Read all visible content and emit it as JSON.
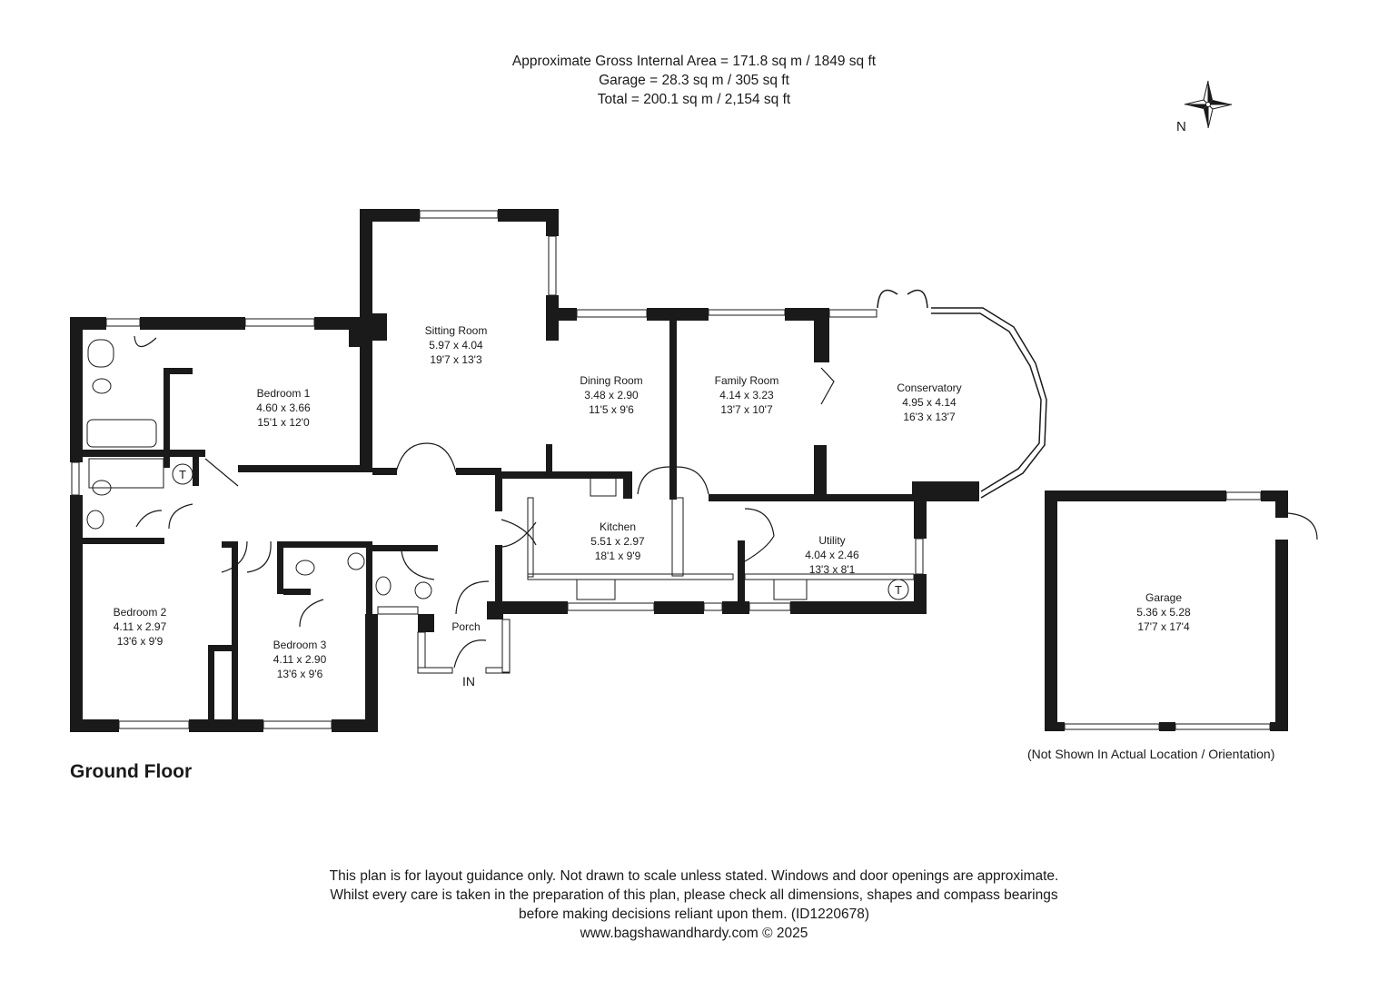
{
  "header": {
    "line1": "Approximate Gross Internal Area = 171.8 sq m / 1849 sq ft",
    "line2": "Garage = 28.3 sq m / 305 sq ft",
    "line3": "Total = 200.1 sq m / 2,154 sq ft"
  },
  "compass": {
    "north_label": "N",
    "icon": "compass-rose-icon"
  },
  "rooms": {
    "sitting_room": {
      "name": "Sitting Room",
      "metric": "5.97 x 4.04",
      "imperial": "19'7 x 13'3"
    },
    "dining_room": {
      "name": "Dining Room",
      "metric": "3.48 x 2.90",
      "imperial": "11'5 x 9'6"
    },
    "family_room": {
      "name": "Family Room",
      "metric": "4.14 x 3.23",
      "imperial": "13'7 x 10'7"
    },
    "conservatory": {
      "name": "Conservatory",
      "metric": "4.95 x 4.14",
      "imperial": "16'3 x 13'7"
    },
    "bedroom1": {
      "name": "Bedroom 1",
      "metric": "4.60 x 3.66",
      "imperial": "15'1 x 12'0"
    },
    "kitchen": {
      "name": "Kitchen",
      "metric": "5.51 x 2.97",
      "imperial": "18'1 x 9'9"
    },
    "utility": {
      "name": "Utility",
      "metric": "4.04 x 2.46",
      "imperial": "13'3 x 8'1"
    },
    "bedroom2": {
      "name": "Bedroom 2",
      "metric": "4.11 x 2.97",
      "imperial": "13'6 x 9'9"
    },
    "bedroom3": {
      "name": "Bedroom 3",
      "metric": "4.11 x 2.90",
      "imperial": "13'6 x 9'6"
    },
    "porch": {
      "name": "Porch"
    },
    "garage": {
      "name": "Garage",
      "metric": "5.36 x 5.28",
      "imperial": "17'7 x 17'4"
    }
  },
  "markers": {
    "entrance": "IN",
    "tank": "T"
  },
  "floor_name": "Ground Floor",
  "garage_note": "(Not Shown In Actual Location / Orientation)",
  "footer": {
    "line1": "This plan is for layout guidance only. Not drawn to scale unless stated. Windows and door openings are approximate.",
    "line2": "Whilst every care is taken in the preparation of this plan, please check all dimensions, shapes and compass bearings",
    "line3": "before making decisions reliant upon them. (ID1220678)",
    "line4": "www.bagshawandhardy.com © 2025"
  }
}
